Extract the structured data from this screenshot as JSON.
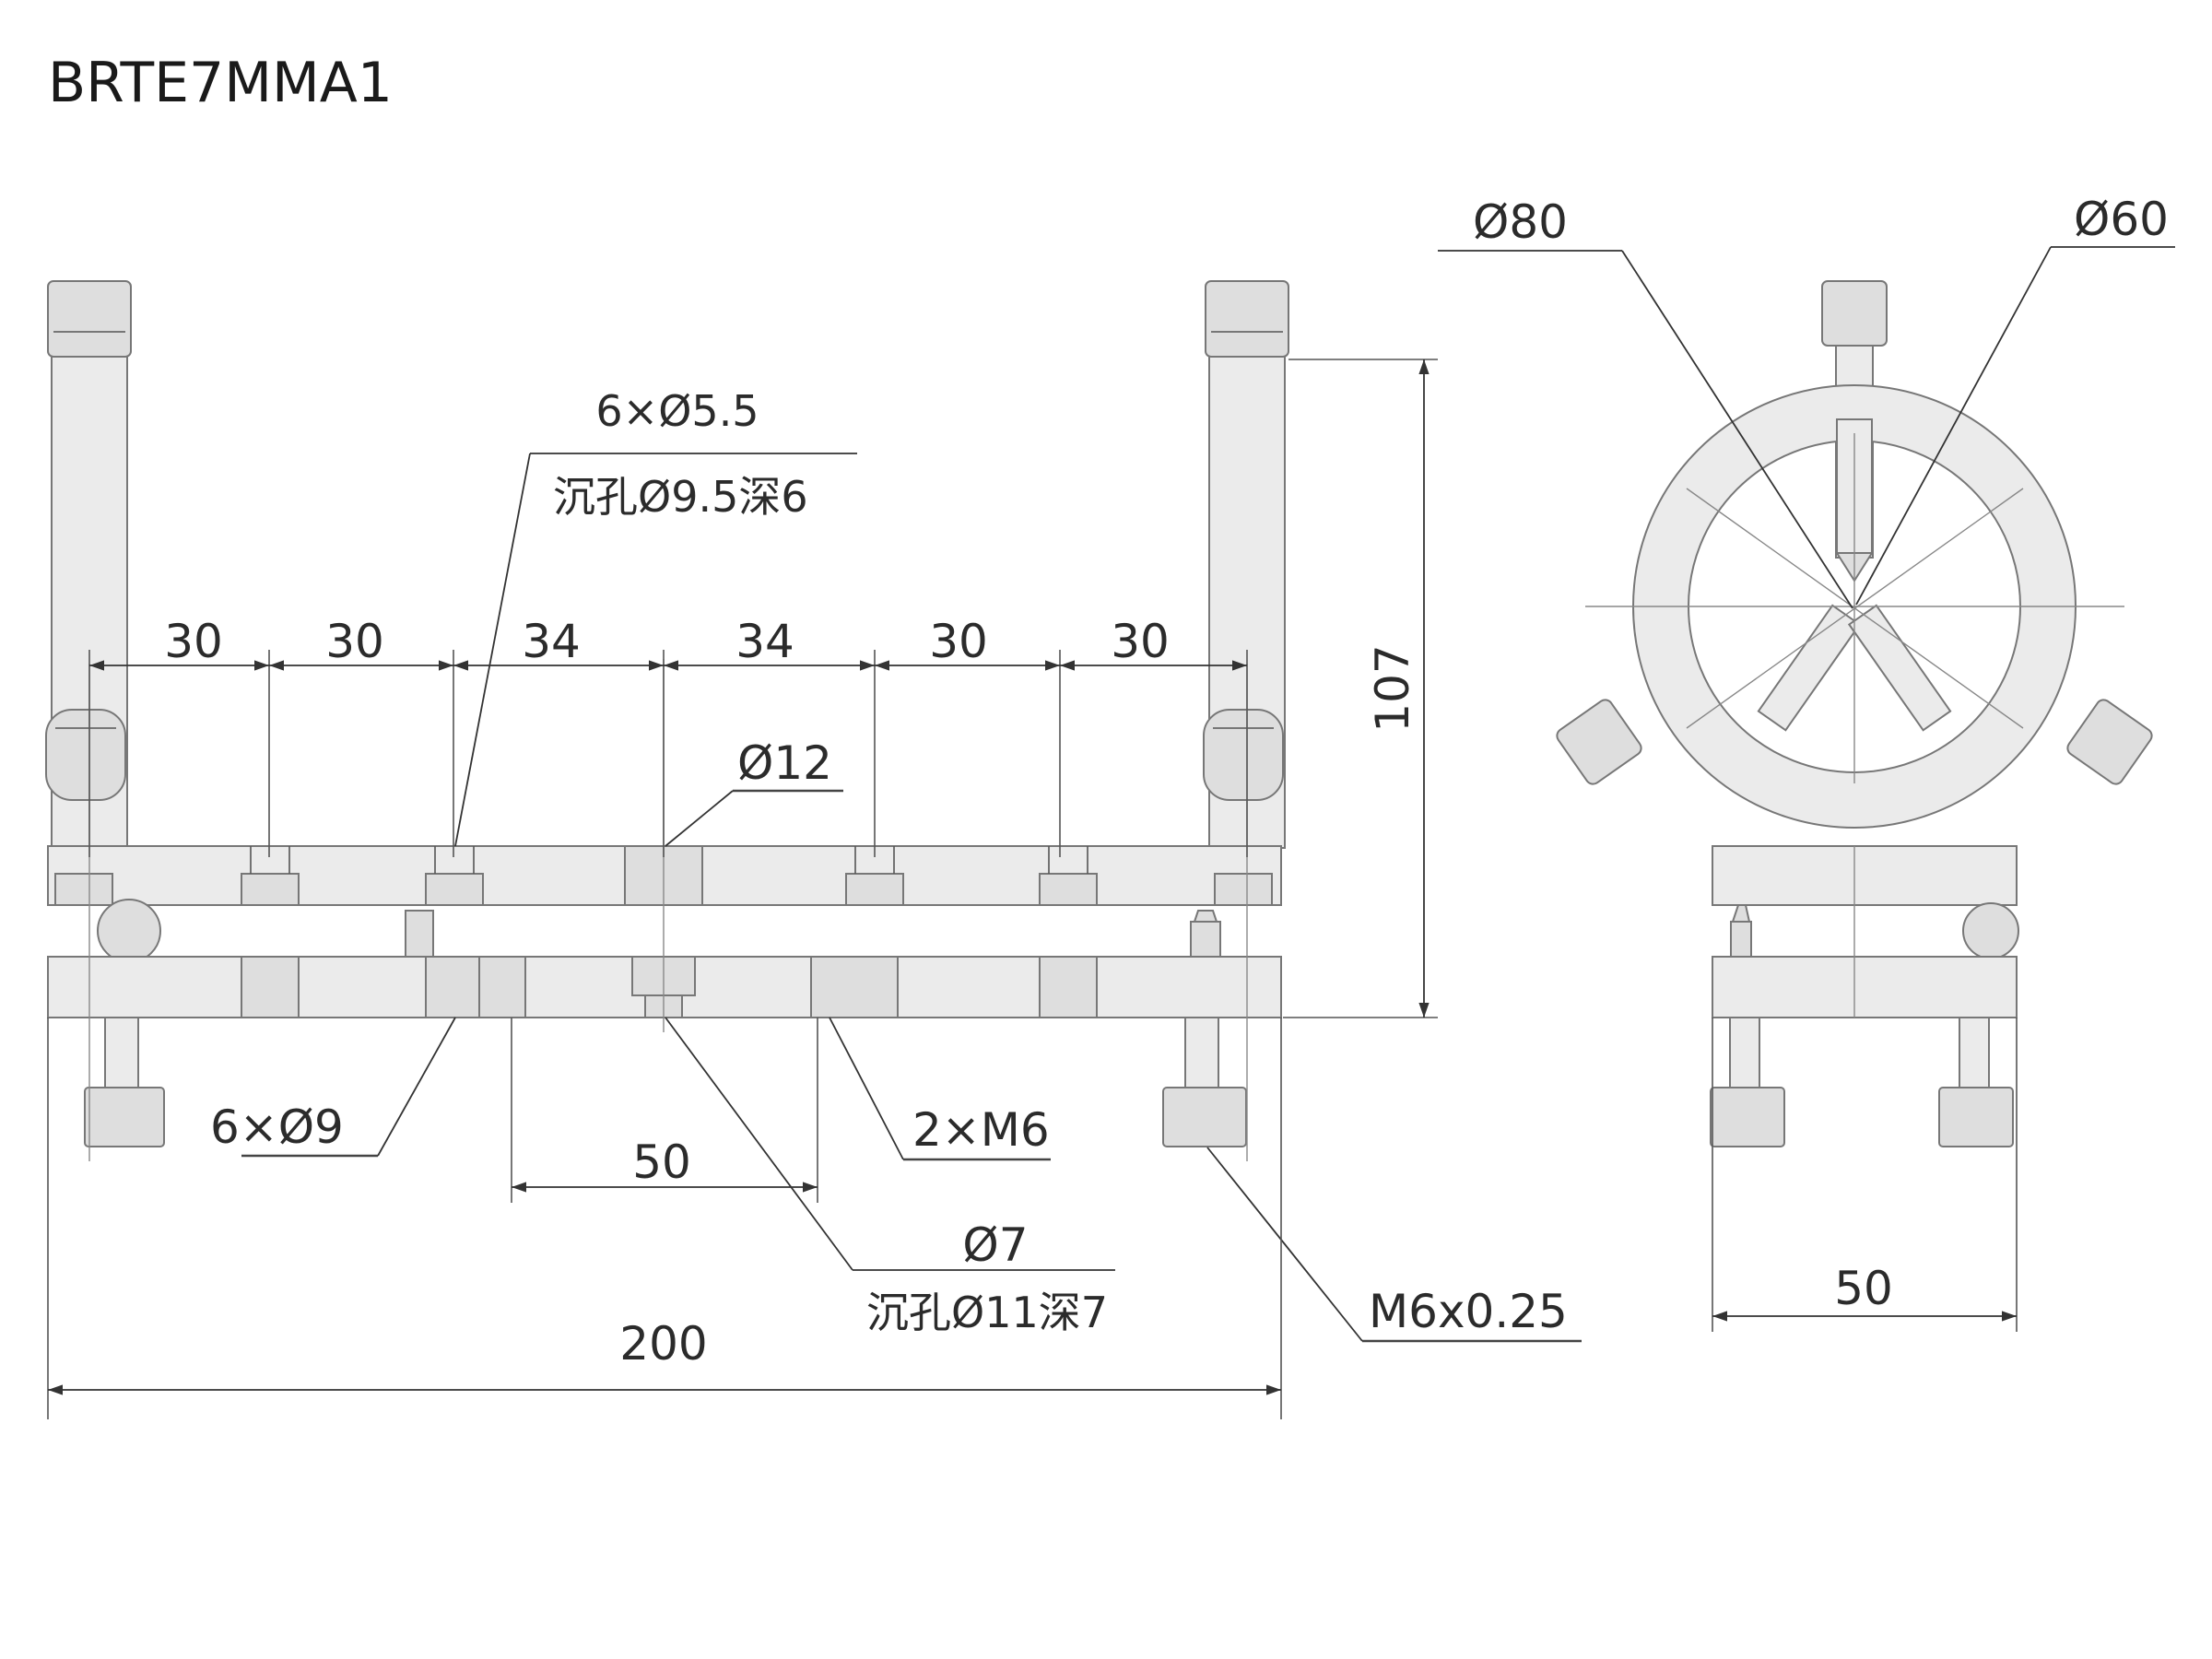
{
  "drawing": {
    "title": "BRTE7MMA1",
    "front_view": {
      "dimensions": {
        "spacing_1": "30",
        "spacing_2": "30",
        "spacing_3": "34",
        "spacing_4": "34",
        "spacing_5": "30",
        "spacing_6": "30",
        "height": "107",
        "bottom_spacing": "50",
        "overall_length": "200"
      },
      "callouts": {
        "counterbore_top_line1": "6×Ø5.5",
        "counterbore_top_line2": "沉孔Ø9.5深6",
        "center_hole": "Ø12",
        "through_holes": "6×Ø9",
        "thread_holes": "2×M6",
        "counterbore_bottom_line1": "Ø7",
        "counterbore_bottom_line2": "沉孔Ø11深7",
        "adjuster_thread": "M6x0.25"
      }
    },
    "side_view": {
      "callouts": {
        "outer_diameter": "Ø80",
        "inner_diameter": "Ø60"
      },
      "dimensions": {
        "base_width": "50"
      }
    }
  }
}
